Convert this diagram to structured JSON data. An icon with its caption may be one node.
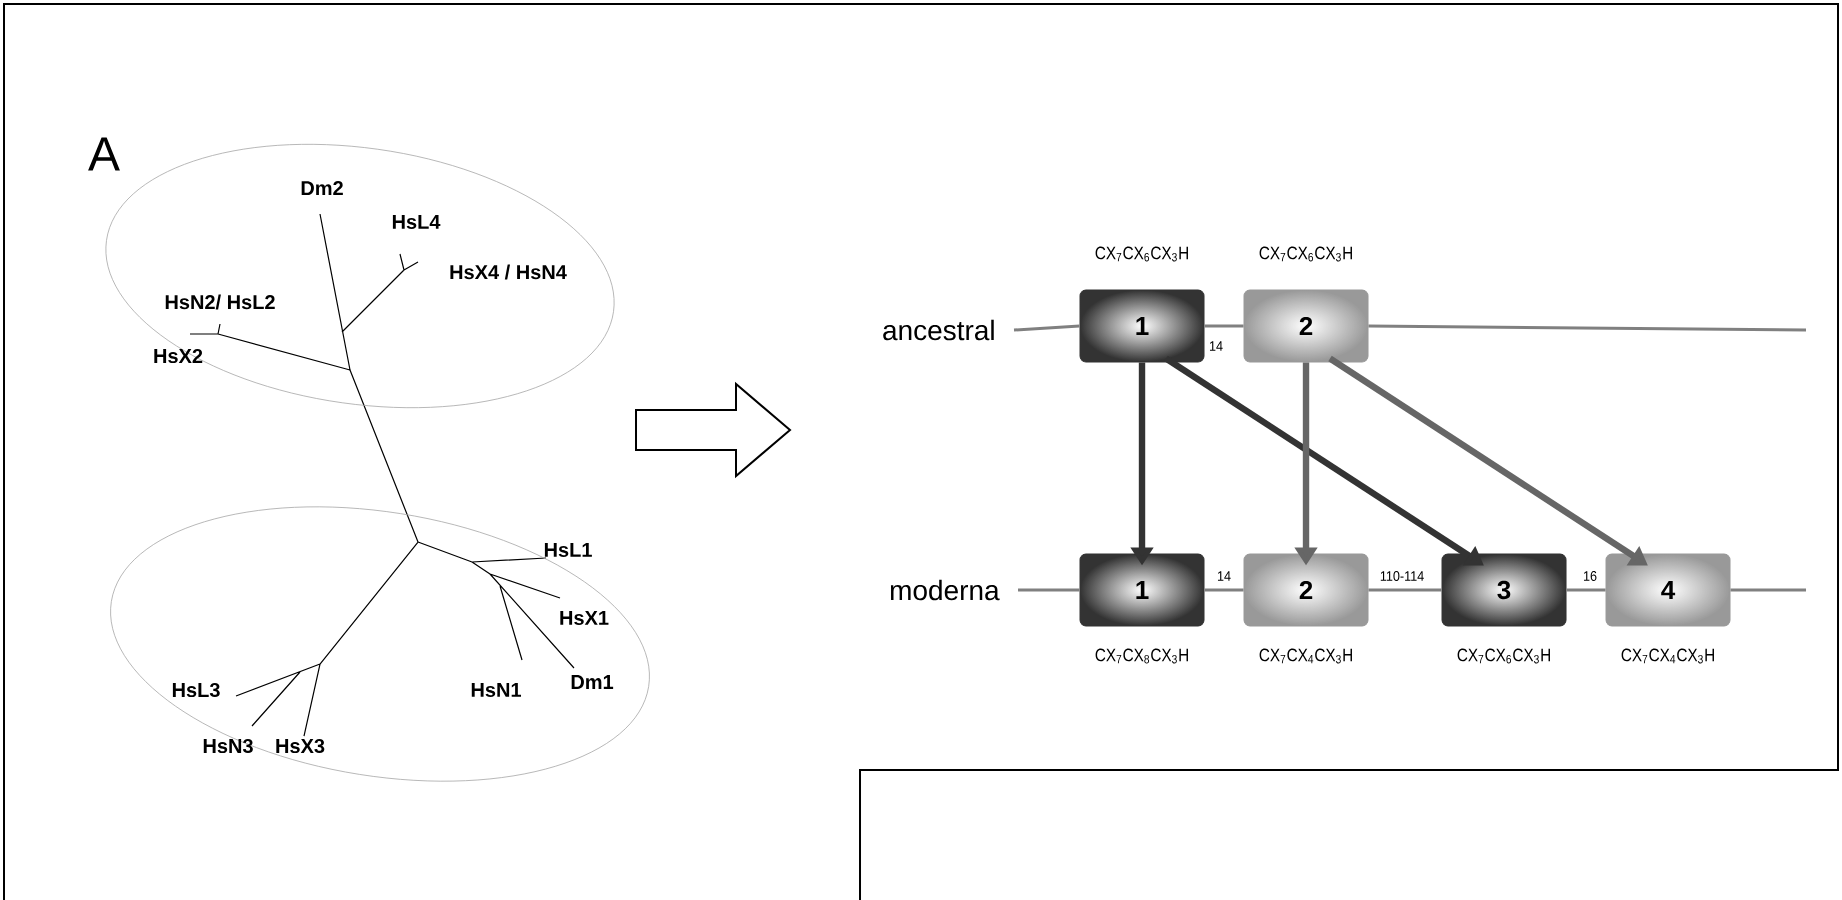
{
  "diagram": {
    "nodes": [
      {
        "text": [
          "Dm2",
          "HsL4",
          "HsX4 / HsN4",
          "HsN2/ HsL2",
          "HsX2"
        ]
      },
      {
        "text": [
          "HsL1",
          "HsX1",
          "HsL3",
          "HsN1",
          "Dm1",
          "HsN3",
          "HsX3"
        ]
      },
      {
        "text": [
          "1"
        ],
        "beside": [
          "CX$_{7}$CX$_{6}$CX$_{3}$H"
        ]
      },
      {
        "text": [
          "2"
        ],
        "beside": [
          "CX$_{7}$CX$_{6}$CX$_{3}$H"
        ]
      },
      {
        "text": [
          "1"
        ],
        "beside": [
          "CX$_{7}$CX$_{8}$CX$_{3}$H"
        ]
      },
      {
        "text": [
          "2"
        ],
        "beside": [
          "CX$_{7}$CX$_{4}$CX$_{3}$H"
        ]
      },
      {
        "text": [
          "3"
        ],
        "beside": [
          "CX$_{7}$CX$_{6}$CX$_{3}$H"
        ]
      },
      {
        "text": [
          "4"
        ],
        "beside": [
          "CX$_{7}$CX$_{4}$CX$_{3}$H"
        ]
      }
    ],
    "edges": [
      {
        "from": 2,
        "to": 3,
        "arrow": "none",
        "color": "#808080"
      },
      {
        "from": 4,
        "to": 5,
        "arrow": "none",
        "color": "#808080"
      },
      {
        "from": 5,
        "to": 6,
        "arrow": "none",
        "color": "#808080"
      },
      {
        "from": 6,
        "to": 7,
        "arrow": "none",
        "color": "#808080"
      },
      {
        "from": 2,
        "to": 4,
        "arrow": "to",
        "style": "thick"
      },
      {
        "from": 2,
        "to": 6,
        "arrow": "to",
        "style": "thick"
      },
      {
        "from": 3,
        "to": 5,
        "arrow": "to",
        "style": "thick",
        "color": "#666666"
      },
      {
        "from": 3,
        "to": 7,
        "arrow": "to",
        "style": "thick",
        "color": "#666666"
      }
    ],
    "labels": [
      "A",
      "ancestral",
      "14",
      "moderna",
      "14",
      "110-114",
      "16"
    ]
  }
}
